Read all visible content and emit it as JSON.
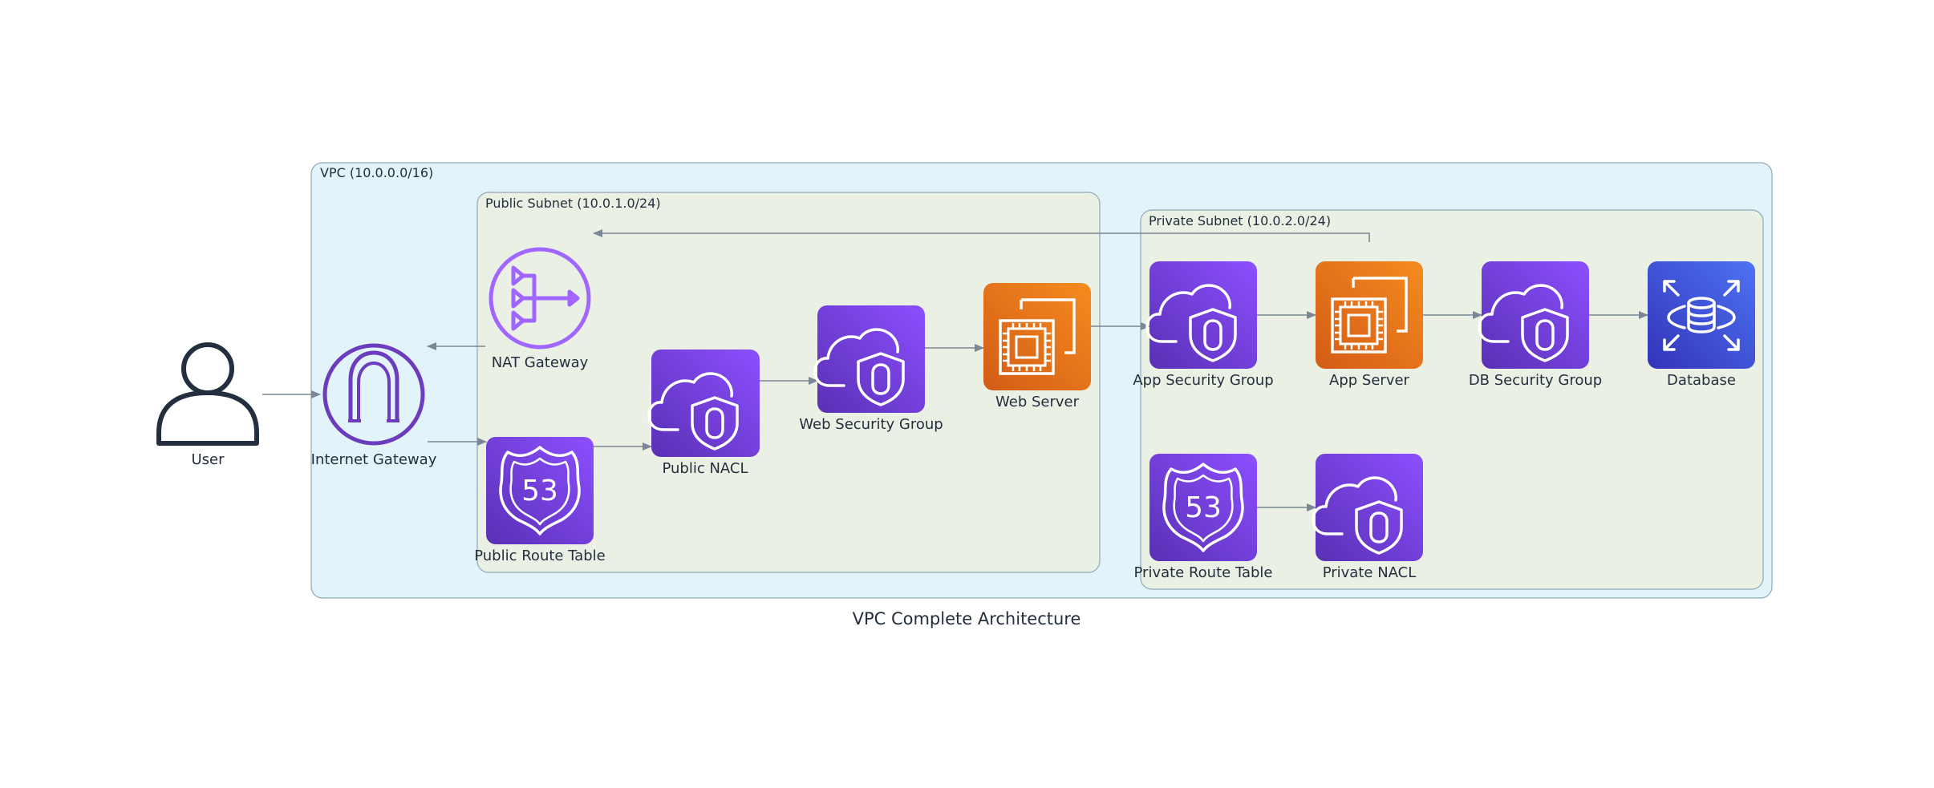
{
  "diagram": {
    "title": "VPC Complete Architecture",
    "clusters": {
      "vpc": "VPC (10.0.0.0/16)",
      "public_subnet": "Public Subnet (10.0.1.0/24)",
      "private_subnet": "Private Subnet (10.0.2.0/24)"
    },
    "nodes": {
      "user": "User",
      "internet_gateway": "Internet Gateway",
      "nat_gateway": "NAT Gateway",
      "public_route_table": "Public Route Table",
      "public_nacl": "Public NACL",
      "web_security_group": "Web Security Group",
      "web_server": "Web Server",
      "app_security_group": "App Security Group",
      "app_server": "App Server",
      "db_security_group": "DB Security Group",
      "database": "Database",
      "private_route_table": "Private Route Table",
      "private_nacl": "Private NACL"
    },
    "colors": {
      "vpc_fill": "#e3f3fa",
      "subnet_fill": "#eaf1e4",
      "cluster_stroke": "#8fa8b8",
      "edge": "#7b8794",
      "purple_light": "#8c4fff",
      "purple_dark": "#5a30b5",
      "orange_light": "#f58b1f",
      "orange_dark": "#d35c16",
      "blue_light": "#4d72f3",
      "blue_dark": "#3334b9",
      "nat_purple": "#a166ff",
      "igw_purple": "#6b3cbd",
      "user_dark": "#232f3e"
    }
  }
}
